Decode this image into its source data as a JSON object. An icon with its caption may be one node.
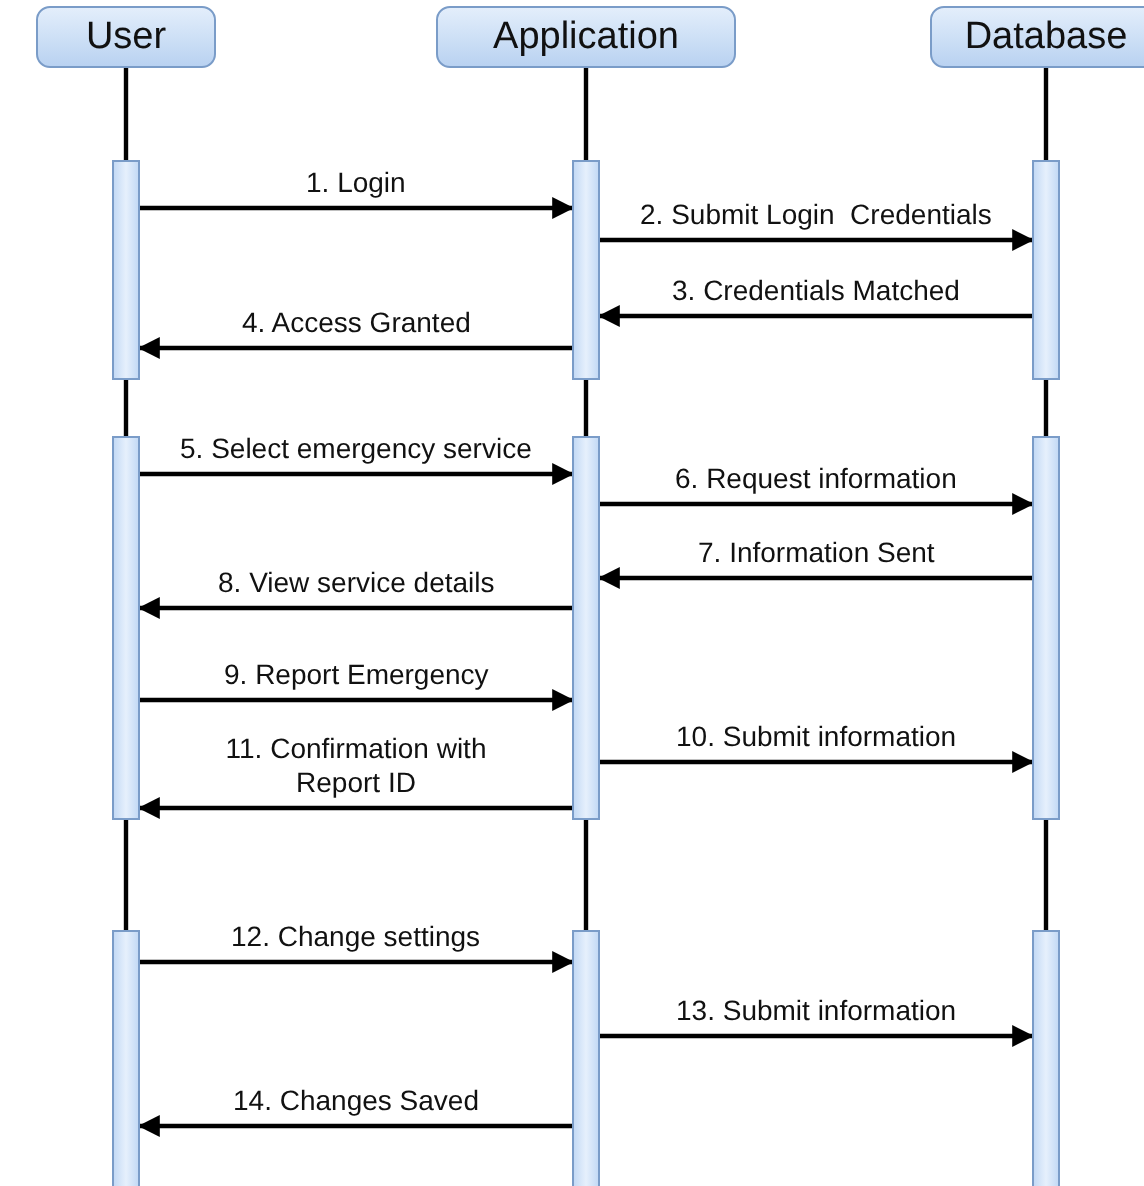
{
  "diagram": {
    "nodes": [
      {
        "text": [
          "User"
        ]
      },
      {
        "text": [
          "Application"
        ]
      },
      {
        "text": [
          "Database"
        ]
      },
      {
        "text": [],
        "shape": "bar"
      },
      {
        "text": [],
        "shape": "bar"
      },
      {
        "text": [],
        "shape": "bar"
      },
      {
        "text": [],
        "shape": "bar"
      },
      {
        "text": [],
        "shape": "bar"
      },
      {
        "text": [],
        "shape": "bar"
      },
      {
        "text": [],
        "shape": "bar"
      },
      {
        "text": [],
        "shape": "bar"
      },
      {
        "text": [],
        "shape": "bar"
      }
    ],
    "edges": [
      {
        "from": 3,
        "to": 4,
        "arrow": "to",
        "label": "1. Login"
      },
      {
        "from": 4,
        "to": 5,
        "arrow": "to",
        "label": "2. Submit Login  Credentials"
      },
      {
        "from": 5,
        "to": 4,
        "arrow": "to",
        "label": "3. Credentials Matched"
      },
      {
        "from": 4,
        "to": 3,
        "arrow": "to",
        "label": "4. Access Granted"
      },
      {
        "from": 6,
        "to": 7,
        "arrow": "to",
        "label": "5. Select emergency service"
      },
      {
        "from": 7,
        "to": 8,
        "arrow": "to",
        "label": "6. Request information"
      },
      {
        "from": 8,
        "to": 7,
        "arrow": "to",
        "label": "7. Information Sent"
      },
      {
        "from": 7,
        "to": 6,
        "arrow": "to",
        "label": "8. View service details"
      },
      {
        "from": 6,
        "to": 7,
        "arrow": "to",
        "label": "9. Report Emergency"
      },
      {
        "from": 7,
        "to": 8,
        "arrow": "to",
        "label": "10. Submit information"
      },
      {
        "from": 7,
        "to": 6,
        "arrow": "to",
        "label": "11. Confirmation with Report ID"
      },
      {
        "from": 9,
        "to": 10,
        "arrow": "to",
        "label": "12. Change settings"
      },
      {
        "from": 10,
        "to": 11,
        "arrow": "to",
        "label": "13. Submit information"
      },
      {
        "from": 10,
        "to": 9,
        "arrow": "to",
        "label": "14. Changes Saved"
      },
      {
        "from": 0,
        "to": 3,
        "arrow": "none"
      },
      {
        "from": 3,
        "to": 6,
        "arrow": "none"
      },
      {
        "from": 6,
        "to": 9,
        "arrow": "none"
      },
      {
        "from": 1,
        "to": 4,
        "arrow": "none"
      },
      {
        "from": 4,
        "to": 7,
        "arrow": "none"
      },
      {
        "from": 7,
        "to": 10,
        "arrow": "none"
      },
      {
        "from": 2,
        "to": 5,
        "arrow": "none"
      },
      {
        "from": 5,
        "to": 8,
        "arrow": "none"
      },
      {
        "from": 8,
        "to": 11,
        "arrow": "none"
      }
    ]
  }
}
